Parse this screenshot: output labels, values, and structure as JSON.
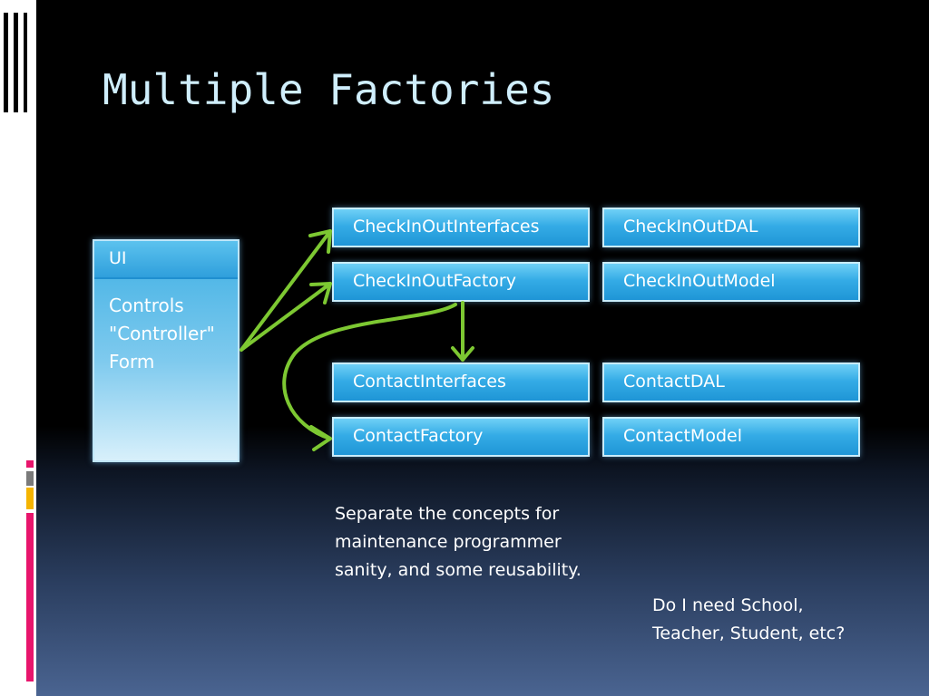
{
  "slide": {
    "title": "Multiple Factories",
    "ui_box": {
      "header": "UI",
      "body": "Controls\n\"Controller\"\nForm"
    },
    "boxes": {
      "checkinout_interfaces": "CheckInOutInterfaces",
      "checkinout_dal": "CheckInOutDAL",
      "checkinout_factory": "CheckInOutFactory",
      "checkinout_model": "CheckInOutModel",
      "contact_interfaces": "ContactInterfaces",
      "contact_dal": "ContactDAL",
      "contact_factory": "ContactFactory",
      "contact_model": "ContactModel"
    },
    "notes": {
      "separate": "Separate the concepts for\nmaintenance programmer\nsanity, and some reusability.",
      "question": "Do I need  School,\nTeacher, Student, etc?"
    },
    "colors": {
      "title": "#cfeefc",
      "box_blue": "#35ace6",
      "arrow_green": "#7dc832",
      "accent_red": "#e8156c",
      "accent_gray": "#7a7a7a",
      "accent_yellow": "#f5b400"
    }
  }
}
